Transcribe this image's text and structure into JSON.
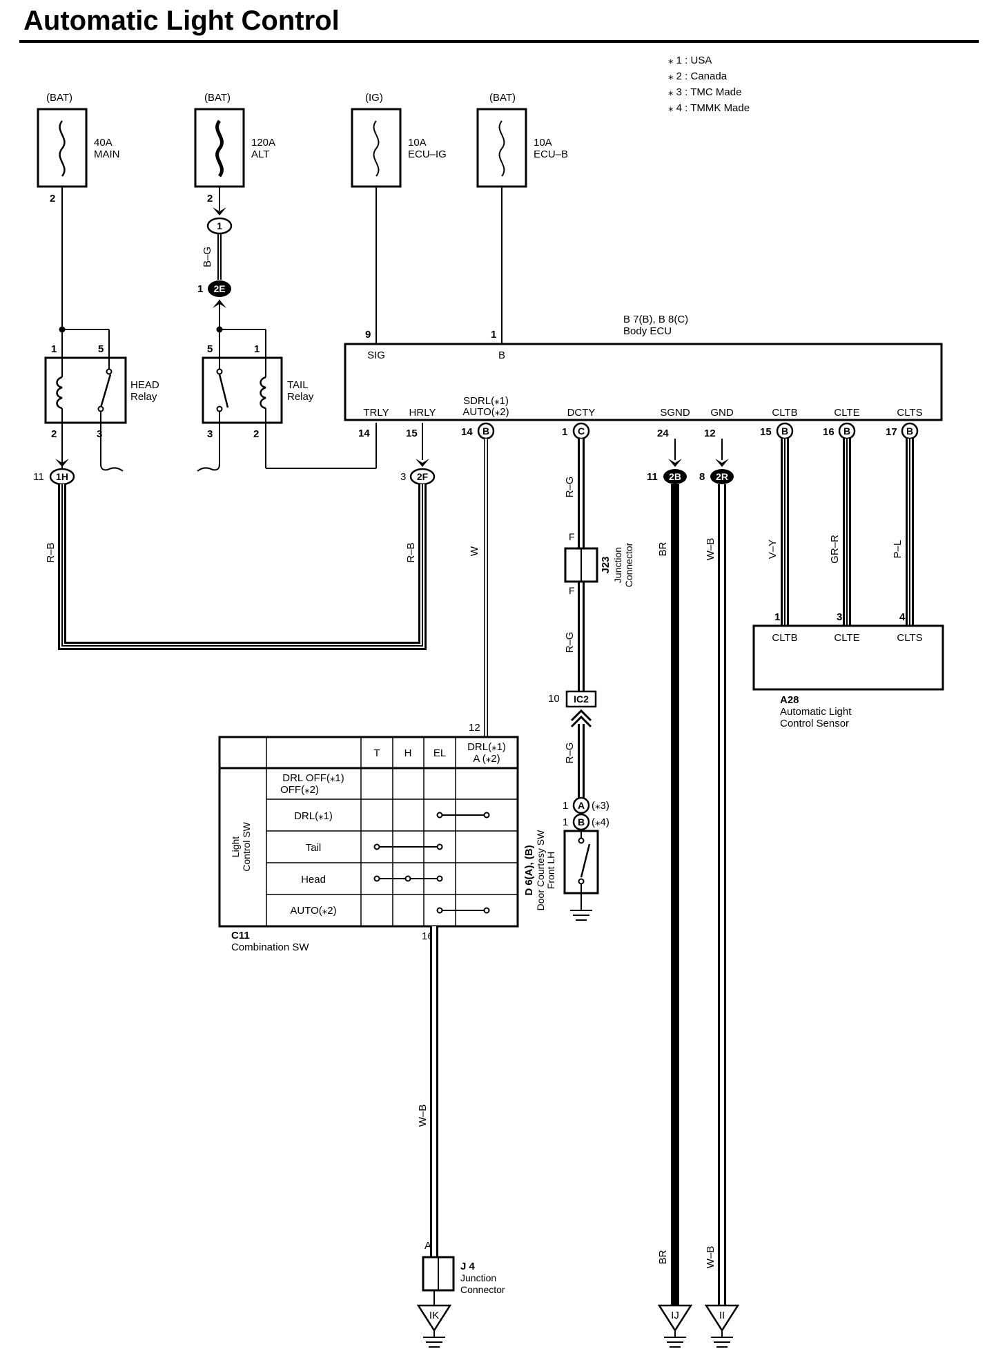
{
  "title": "Automatic Light Control",
  "legend": [
    "⁎ 1 : USA",
    "⁎ 2 : Canada",
    "⁎ 3 : TMC Made",
    "⁎ 4 : TMMK Made"
  ],
  "fuses": [
    {
      "source": "(BAT)",
      "amp": "40A",
      "name": "MAIN",
      "pin": "2"
    },
    {
      "source": "(BAT)",
      "amp": "120A",
      "name": "ALT",
      "pin": "2"
    },
    {
      "source": "(IG)",
      "amp": "10A",
      "name": "ECU–IG",
      "pin": ""
    },
    {
      "source": "(BAT)",
      "amp": "10A",
      "name": "ECU–B",
      "pin": ""
    }
  ],
  "connectors": {
    "c1": "1",
    "c2e": "2E",
    "c2e_pin": "1",
    "bg_wire": "B–G",
    "c1h": "1H",
    "c1h_pin": "11",
    "c2f": "2F",
    "c2f_pin": "3",
    "c2b": "2B",
    "c2b_pin": "11",
    "c2r": "2R",
    "c2r_pin": "8",
    "ic2": "IC2",
    "ic2_pin": "10"
  },
  "relays": {
    "head": {
      "name": "HEAD",
      "label": "Relay",
      "pins": [
        "1",
        "5",
        "2",
        "3"
      ]
    },
    "tail": {
      "name": "TAIL",
      "label": "Relay",
      "pins": [
        "5",
        "1",
        "3",
        "2"
      ]
    }
  },
  "ecu": {
    "code": "B 7(B), B 8(C)",
    "name": "Body ECU",
    "top_terms": [
      {
        "pin": "9",
        "name": "SIG"
      },
      {
        "pin": "1",
        "name": "B"
      }
    ],
    "bottom_terms": [
      {
        "name": "TRLY",
        "pin": "14",
        "conn": ""
      },
      {
        "name": "HRLY",
        "pin": "15",
        "conn": ""
      },
      {
        "name": "SDRL(⁎1)",
        "name2": "AUTO(⁎2)",
        "pin": "14",
        "conn": "B"
      },
      {
        "name": "DCTY",
        "pin": "1",
        "conn": "C"
      },
      {
        "name": "SGND",
        "pin": "24",
        "conn": ""
      },
      {
        "name": "GND",
        "pin": "12",
        "conn": ""
      },
      {
        "name": "CLTB",
        "pin": "15",
        "conn": "B"
      },
      {
        "name": "CLTE",
        "pin": "16",
        "conn": "B"
      },
      {
        "name": "CLTS",
        "pin": "17",
        "conn": "B"
      }
    ]
  },
  "wires": {
    "rb": "R–B",
    "w": "W",
    "rg": "R–G",
    "br": "BR",
    "wb": "W–B",
    "vy": "V–Y",
    "grr": "GR–R",
    "pl": "P–L"
  },
  "j23": {
    "code": "J23",
    "name": "Junction",
    "name2": "Connector",
    "pin_top": "F",
    "pin_bottom": "F"
  },
  "sensor": {
    "code": "A28",
    "name": "Automatic Light",
    "name2": "Control Sensor",
    "terms": [
      {
        "pin": "1",
        "name": "CLTB"
      },
      {
        "pin": "3",
        "name": "CLTE"
      },
      {
        "pin": "4",
        "name": "CLTS"
      }
    ]
  },
  "combo_sw": {
    "code": "C11",
    "name": "Combination SW",
    "side_label": "Light",
    "side_label2": "Control SW",
    "pin_in": "12",
    "pin_out": "16",
    "columns": [
      "T",
      "H",
      "EL",
      "DRL(⁎1)",
      "A (⁎2)"
    ],
    "rows": [
      "DRL OFF(⁎1)",
      "OFF(⁎2)",
      "DRL(⁎1)",
      "Tail",
      "Head",
      "AUTO(⁎2)"
    ]
  },
  "door_sw": {
    "code": "D 6(A), (B)",
    "name": "Door Courtesy SW",
    "name2": "Front LH",
    "a_pin": "1",
    "a_conn": "A",
    "a_note": "(⁎3)",
    "b_pin": "1",
    "b_conn": "B",
    "b_note": "(⁎4)"
  },
  "j4": {
    "code": "J 4",
    "name": "Junction",
    "name2": "Connector",
    "pin": "A"
  },
  "grounds": [
    "IK",
    "IJ",
    "II"
  ]
}
